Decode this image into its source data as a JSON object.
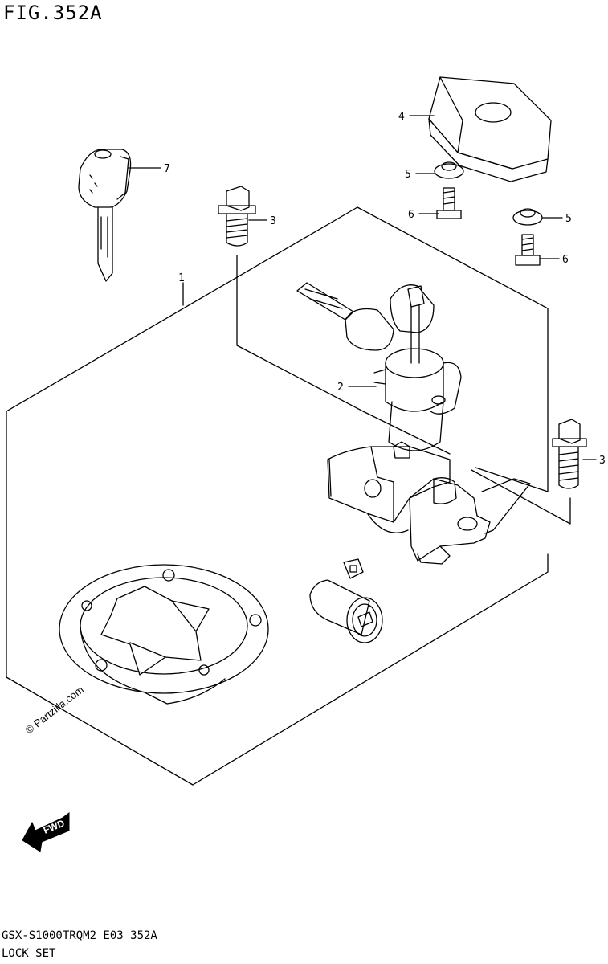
{
  "figure": {
    "title": "FIG.352A"
  },
  "footer": {
    "model_code": "GSX-S1000TRQM2_E03_352A",
    "section_name": "LOCK SET"
  },
  "watermark": {
    "text": "© Partzilla.com"
  },
  "fwd_arrow": {
    "label": "FWD"
  },
  "callouts": {
    "c1": "1",
    "c2": "2",
    "c3a": "3",
    "c3b": "3",
    "c4": "4",
    "c5a": "5",
    "c5b": "5",
    "c6a": "6",
    "c6b": "6",
    "c7": "7"
  },
  "colors": {
    "line": "#000000",
    "background": "#ffffff"
  }
}
